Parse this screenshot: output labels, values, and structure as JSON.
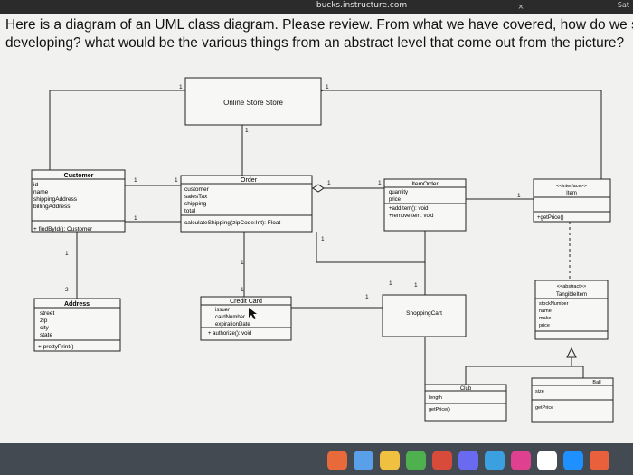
{
  "browser": {
    "url": "bucks.instructure.com",
    "close_glyph": "×",
    "status": "Sat"
  },
  "question": {
    "line1": "Here is a diagram of an UML class diagram. Please review. From what we have covered, how do we se",
    "line2": "developing? what would be the various things from an abstract level that come out from the picture?"
  },
  "diagram": {
    "online_store": {
      "title": "Online Store Store"
    },
    "customer": {
      "title": "Customer",
      "attributes": [
        "id",
        "name",
        "shippingAddress",
        "billingAddress"
      ],
      "methods": [
        "+ findById(): Customer"
      ]
    },
    "order": {
      "title": "Order",
      "attributes": [
        "customer",
        "salesTax",
        "shipping",
        "total"
      ],
      "methods": [
        "calculateShipping(zipCode:Int): Float"
      ]
    },
    "item_order": {
      "title": "ItemOrder",
      "attributes": [
        "quantity",
        "price"
      ],
      "methods": [
        "+addItem(): void",
        "+removeItem: void"
      ]
    },
    "interface_item": {
      "stereotype": "<<interface>>",
      "title": "Item",
      "methods": [
        "+getPrice()"
      ]
    },
    "address": {
      "title": "Address",
      "attributes": [
        "street",
        "zip",
        "city",
        "state"
      ],
      "methods": [
        "+ prettyPrint()"
      ]
    },
    "credit_card": {
      "title": "Credit Card",
      "attributes": [
        "issuer",
        "cardNumber",
        "expirationDate"
      ],
      "methods": [
        "+ authorize(): void"
      ]
    },
    "shopping_cart": {
      "title": "ShoppingCart"
    },
    "tangible_item": {
      "stereotype": "<<abstract>>",
      "title": "TangibleItem",
      "attributes": [
        "stockNumber",
        "name",
        "make",
        "price"
      ]
    },
    "club": {
      "title": "Club",
      "attributes": [
        "length"
      ],
      "methods": [
        "getPrice()"
      ]
    },
    "ball": {
      "title": "Ball",
      "attributes": [
        "size"
      ],
      "methods": [
        "getPrice"
      ]
    },
    "multiplicities": [
      "1",
      "1",
      "1",
      "1",
      "1",
      "1",
      "1",
      "1",
      "1",
      "1",
      "1",
      "1",
      "1",
      "2",
      "1",
      "1",
      "1"
    ]
  },
  "dock": {
    "icon_colors": [
      "#e86a3a",
      "#5aa0e8",
      "#f0c040",
      "#4fb04f",
      "#d84b3b",
      "#6a6af0",
      "#3aa0e0",
      "#e04090",
      "#ffffff",
      "#1e90ff",
      "#e8603c"
    ]
  }
}
